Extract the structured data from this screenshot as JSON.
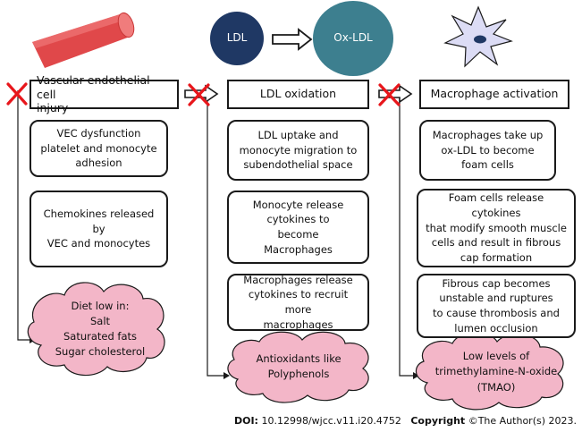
{
  "top_circles": {
    "ldl": "LDL",
    "ox_ldl": "Ox-LDL"
  },
  "columns": [
    {
      "header": "Vascular endothelial cell\ninjury",
      "boxes": [
        "VEC dysfunction\nplatelet and monocyte\nadhesion",
        "Chemokines released by\nVEC and monocytes"
      ],
      "cloud": "Diet low in:\nSalt\nSaturated fats\nSugar cholesterol"
    },
    {
      "header": "LDL oxidation",
      "boxes": [
        "LDL uptake and\nmonocyte migration to\nsubendothelial space",
        "Monocyte release\ncytokines to\nbecome\nMacrophages",
        "Macrophages release\ncytokines to recruit more\nmacrophages"
      ],
      "cloud": "Antioxidants like\nPolyphenols"
    },
    {
      "header": "Macrophage activation",
      "boxes": [
        "Macrophages take up\nox-LDL to become\nfoam cells",
        "Foam cells release cytokines\nthat modify smooth muscle\ncells and result in fibrous\ncap formation",
        "Fibrous cap becomes\nunstable and ruptures\nto cause thrombosis and\nlumen occlusion"
      ],
      "cloud": "Low levels of\ntrimethylamine-N-oxide\n(TMAO)"
    }
  ],
  "footer": {
    "doi_label": "DOI:",
    "doi_value": "10.12998/wjcc.v11.i20.4752",
    "copyright_label": "Copyright",
    "copyright_value": "©The Author(s) 2023."
  },
  "colors": {
    "vessel": "#e0484a",
    "vessel_end": "#f07c7c",
    "ldl_circle": "#1f3864",
    "oxldl_circle": "#3d7f8f",
    "macrophage": "#dcdcf5",
    "cloud": "#f3b6c8",
    "inhibit_x": "#e8161b",
    "line": "#1a1a1a"
  }
}
